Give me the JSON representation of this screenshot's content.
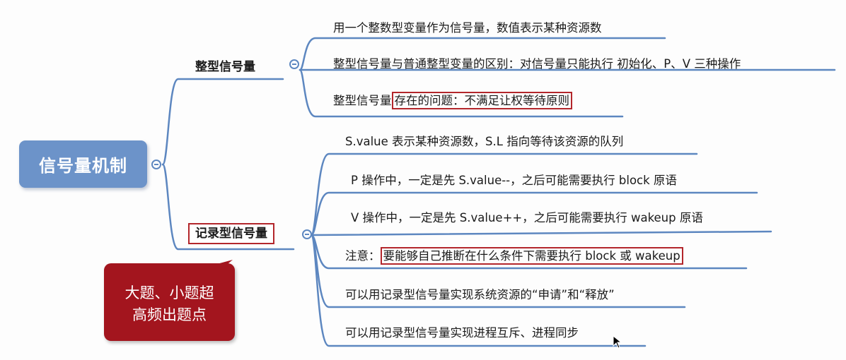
{
  "root": {
    "label": "信号量机制"
  },
  "branches": {
    "integer": {
      "label": "整型信号量",
      "items": [
        {
          "text": "用一个整数型变量作为信号量，数值表示某种资源数"
        },
        {
          "text": "整型信号量与普通整型变量的区别：对信号量只能执行 初始化、P、V 三种操作"
        },
        {
          "prefix": "整型信号量",
          "highlight": "存在的问题：不满足让权等待原则"
        }
      ]
    },
    "record": {
      "label": "记录型信号量",
      "items": [
        {
          "text": "S.value 表示某种资源数，S.L 指向等待该资源的队列"
        },
        {
          "text": "P 操作中，一定是先 S.value--，之后可能需要执行 block 原语"
        },
        {
          "text": "V 操作中，一定是先 S.value++，之后可能需要执行 wakeup 原语"
        },
        {
          "prefix": "注意：",
          "highlight": "要能够自己推断在什么条件下需要执行 block 或 wakeup"
        },
        {
          "text": "可以用记录型信号量实现系统资源的“申请”和“释放”"
        },
        {
          "text": "可以用记录型信号量实现进程互斥、进程同步"
        }
      ]
    }
  },
  "callout": {
    "line1": "大题、小题超",
    "line2": "高频出题点"
  },
  "colors": {
    "root_fill": "#6c93c9",
    "connector": "#5d87c0",
    "highlight_border": "#b3262b",
    "callout_fill": "#a3151e"
  }
}
